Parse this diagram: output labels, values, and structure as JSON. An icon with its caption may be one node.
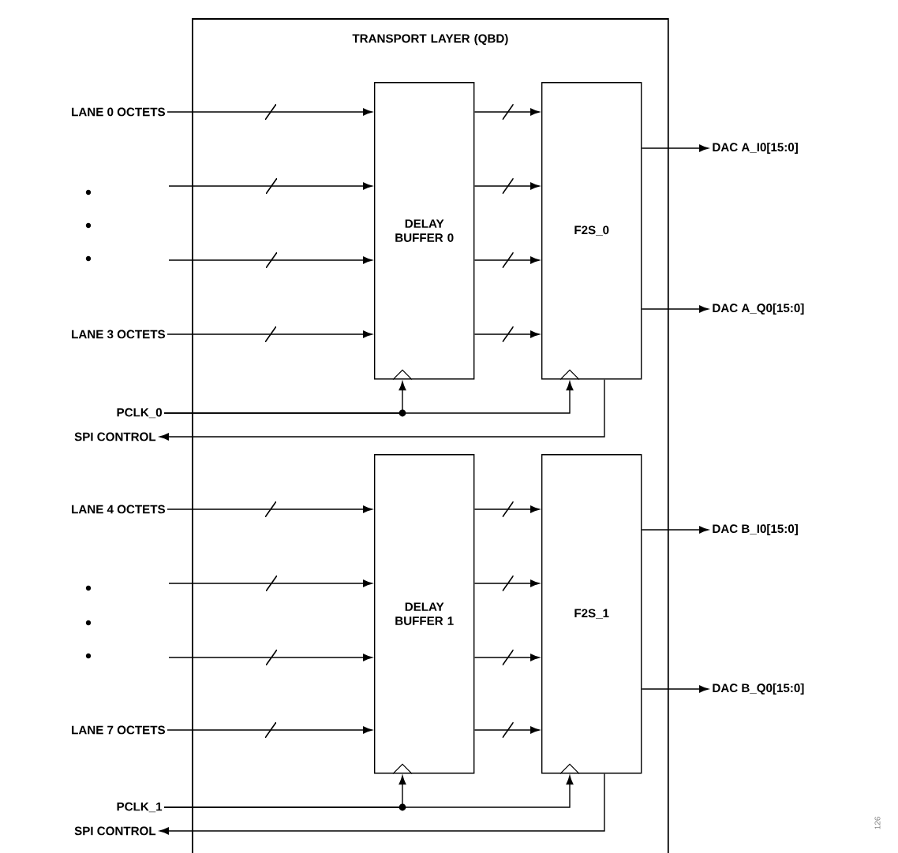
{
  "diagram": {
    "nodes": [
      {
        "text": [
          "TRANSPORT LAYER (QBD)"
        ]
      },
      {
        "text": [
          "DELAY BUFFER 0"
        ],
        "in": 0
      },
      {
        "text": [
          "F2S_0"
        ],
        "in": 0
      },
      {
        "text": [
          "DELAY BUFFER 1"
        ],
        "in": 0
      },
      {
        "text": [
          "F2S_1"
        ],
        "in": 0
      },
      {
        "text": [
          "LANE 0 OCTETS"
        ]
      },
      {
        "text": [
          "LANE 3 OCTETS"
        ]
      },
      {
        "text": [
          "PCLK_0"
        ]
      },
      {
        "text": [
          "SPI CONTROL"
        ]
      },
      {
        "text": [
          "DAC A_I0[15:0]"
        ]
      },
      {
        "text": [
          "DAC A_Q0[15:0]"
        ]
      },
      {
        "text": [
          "LANE 4 OCTETS"
        ]
      },
      {
        "text": [
          "LANE 7 OCTETS"
        ]
      },
      {
        "text": [
          "PCLK_1"
        ]
      },
      {
        "text": [
          "SPI CONTROL"
        ]
      },
      {
        "text": [
          "DAC B_I0[15:0]"
        ]
      },
      {
        "text": [
          "DAC B_Q0[15:0]"
        ]
      }
    ],
    "edges": [
      {
        "from": 5,
        "to": 1,
        "arrow": "to"
      },
      {
        "from": null,
        "to": 1,
        "arrow": "to"
      },
      {
        "from": null,
        "to": 1,
        "arrow": "to"
      },
      {
        "from": 6,
        "to": 1,
        "arrow": "to"
      },
      {
        "from": 1,
        "to": 2,
        "arrow": "to"
      },
      {
        "from": 1,
        "to": 2,
        "arrow": "to"
      },
      {
        "from": 1,
        "to": 2,
        "arrow": "to"
      },
      {
        "from": 1,
        "to": 2,
        "arrow": "to"
      },
      {
        "from": 2,
        "to": 9,
        "arrow": "to"
      },
      {
        "from": 2,
        "to": 10,
        "arrow": "to"
      },
      {
        "from": 7,
        "to": 1,
        "arrow": "to"
      },
      {
        "from": 7,
        "to": 2,
        "arrow": "to"
      },
      {
        "from": 2,
        "to": 8,
        "arrow": "to"
      },
      {
        "from": 11,
        "to": 3,
        "arrow": "to"
      },
      {
        "from": null,
        "to": 3,
        "arrow": "to"
      },
      {
        "from": null,
        "to": 3,
        "arrow": "to"
      },
      {
        "from": 12,
        "to": 3,
        "arrow": "to"
      },
      {
        "from": 3,
        "to": 4,
        "arrow": "to"
      },
      {
        "from": 3,
        "to": 4,
        "arrow": "to"
      },
      {
        "from": 3,
        "to": 4,
        "arrow": "to"
      },
      {
        "from": 3,
        "to": 4,
        "arrow": "to"
      },
      {
        "from": 4,
        "to": 15,
        "arrow": "to"
      },
      {
        "from": 4,
        "to": 16,
        "arrow": "to"
      },
      {
        "from": 13,
        "to": 3,
        "arrow": "to"
      },
      {
        "from": 13,
        "to": 4,
        "arrow": "to"
      },
      {
        "from": 4,
        "to": 14,
        "arrow": "to"
      }
    ],
    "labels": [
      "126"
    ]
  }
}
